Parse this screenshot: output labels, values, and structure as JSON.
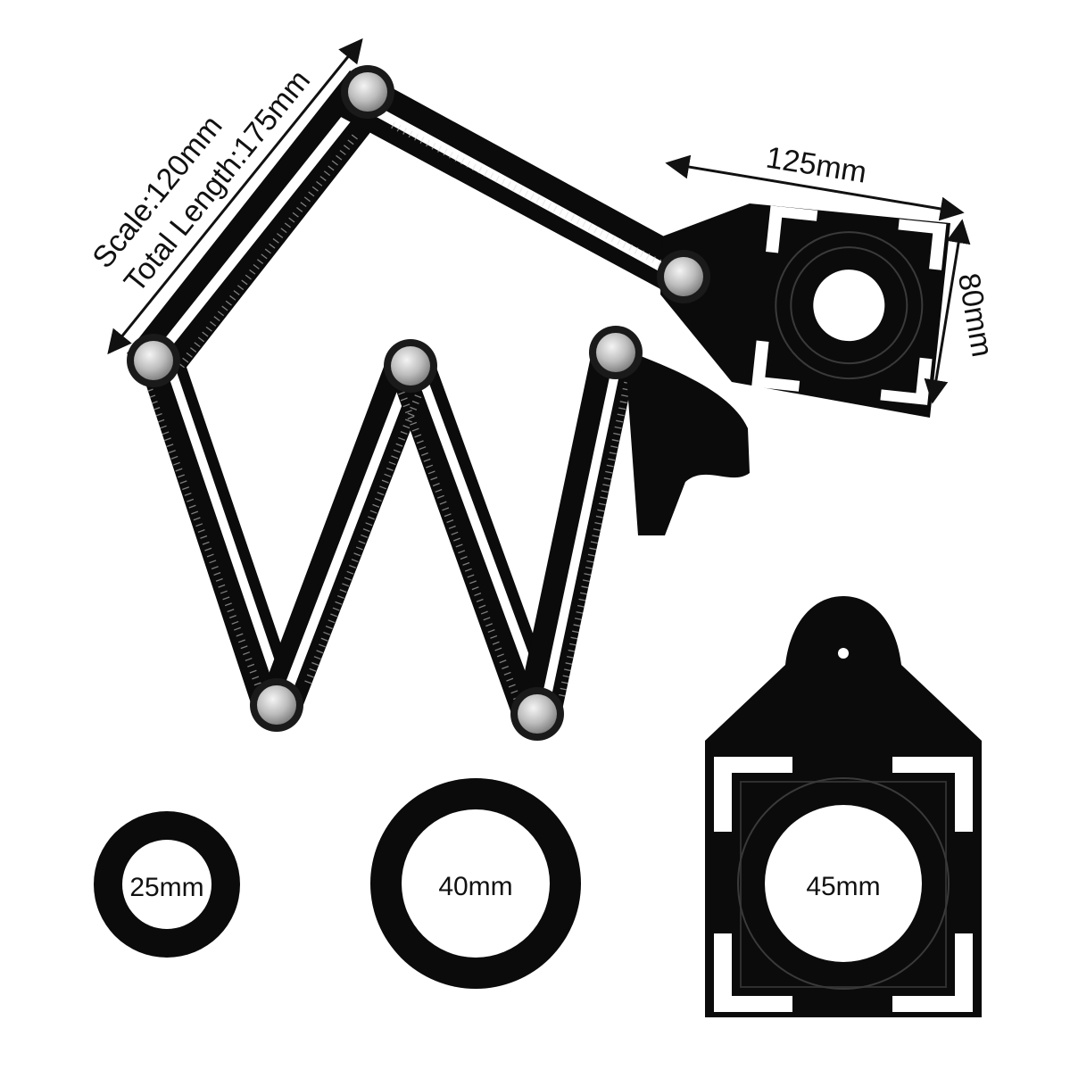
{
  "colors": {
    "background": "#ffffff",
    "tool": "#0b0b0b",
    "slot": "#ffffff",
    "knob": "#c9c9c9",
    "text": "#111111"
  },
  "annotations": {
    "scale": "Scale:120mm",
    "total_length": "Total Length:175mm",
    "template_width": "125mm",
    "template_height": "80mm"
  },
  "accessories": {
    "ring_small": "25mm",
    "ring_medium": "40mm",
    "plate_large": "45mm"
  }
}
